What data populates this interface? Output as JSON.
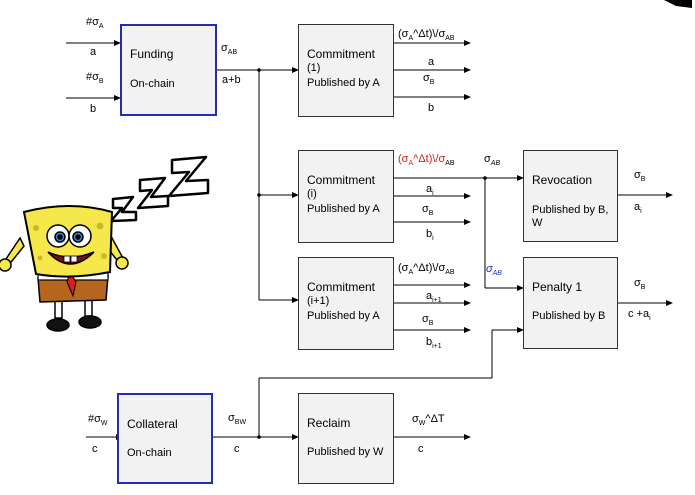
{
  "nodes": {
    "funding": {
      "title": "Funding",
      "subtitle": "On-chain"
    },
    "commit1": {
      "title": "Commitment",
      "index": "(1)",
      "subtitle": "Published by A"
    },
    "commiti": {
      "title": "Commitment",
      "index": "(i)",
      "subtitle": "Published by A"
    },
    "commitip1": {
      "title": "Commitment",
      "index": "(i+1)",
      "subtitle": "Published by A"
    },
    "revocation": {
      "title": "Revocation",
      "subtitle1": "Published by B,",
      "subtitle2": "W"
    },
    "penalty": {
      "title": "Penalty 1",
      "subtitle": "Published by B"
    },
    "collateral": {
      "title": "Collateral",
      "subtitle": "On-chain"
    },
    "reclaim": {
      "title": "Reclaim",
      "subtitle": "Published by W"
    }
  },
  "labels": {
    "hash": "#σ",
    "sigma": "σ",
    "sub_A": "A",
    "sub_B": "B",
    "sub_W": "W",
    "sub_AB": "AB",
    "sub_BW": "BW",
    "sub_i": "i",
    "sub_ip1": "i+1",
    "a": "a",
    "b": "b",
    "c": "c",
    "sum": "a+b",
    "open_sigma": "(σ",
    "delta_close": "^Δt)\\/σ",
    "wedge_T": "^ΔT",
    "c_plus_a": "c +a"
  },
  "colors": {
    "box_fill": "#f2f2f2",
    "onchain_border": "#1f2fb0",
    "red": "#d0201a",
    "blue": "#1b2fc6"
  },
  "decorations": {
    "sleep_glyph": "ZZZ",
    "character": "cartoon sponge character"
  }
}
